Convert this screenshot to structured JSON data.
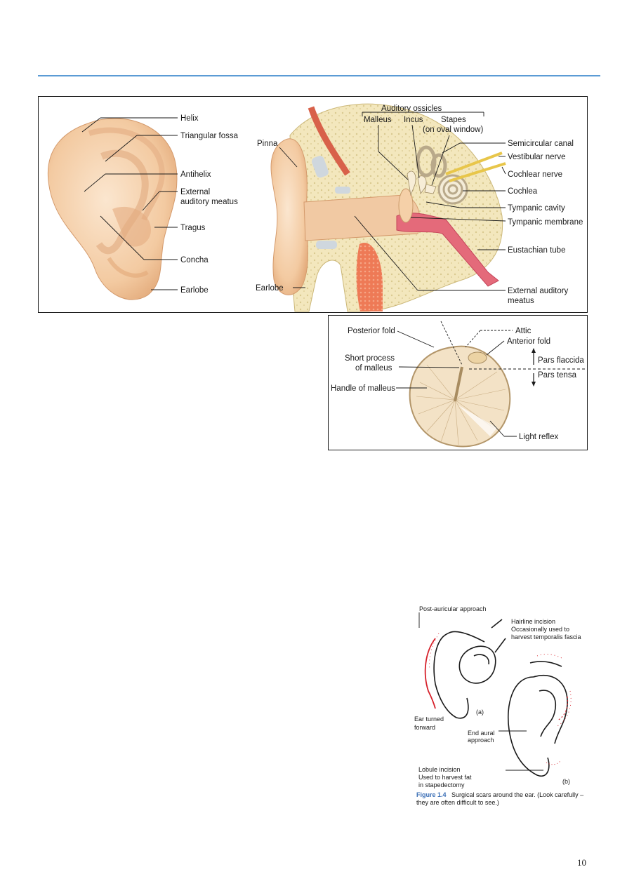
{
  "page": {
    "number": "10"
  },
  "figure_ear": {
    "outer_labels": {
      "helix": "Helix",
      "triangular_fossa": "Triangular fossa",
      "antihelix": "Antihelix",
      "external_meatus_l1": "External",
      "external_meatus_l2": "auditory meatus",
      "tragus": "Tragus",
      "concha": "Concha",
      "earlobe": "Earlobe"
    },
    "section_labels": {
      "auditory_ossicles": "Auditory ossicles",
      "malleus": "Malleus",
      "incus": "Incus",
      "stapes": "Stapes",
      "oval_window": "(on oval window)",
      "pinna": "Pinna",
      "semicircular_canal": "Semicircular canal",
      "vestibular_nerve": "Vestibular nerve",
      "cochlear_nerve": "Cochlear nerve",
      "cochlea": "Cochlea",
      "tympanic_cavity": "Tympanic cavity",
      "tympanic_membrane": "Tympanic membrane",
      "eustachian_tube": "Eustachian tube",
      "earlobe": "Earlobe",
      "ext_meatus_l1": "External auditory",
      "ext_meatus_l2": "meatus"
    }
  },
  "figure_drum": {
    "posterior_fold": "Posterior fold",
    "attic": "Attic",
    "anterior_fold": "Anterior fold",
    "short_process_l1": "Short process",
    "short_process_l2": "of malleus",
    "pars_flaccida": "Pars flaccida",
    "pars_tensa": "Pars tensa",
    "handle_of_malleus": "Handle of malleus",
    "light_reflex": "Light reflex"
  },
  "figure_scars": {
    "post_auricular": "Post-auricular approach",
    "hairline_l1": "Hairline incision",
    "hairline_l2": "Occasionally used to",
    "hairline_l3": "harvest temporalis fascia",
    "ear_turned_l1": "Ear turned",
    "ear_turned_l2": "forward",
    "panel_a": "(a)",
    "endaural_l1": "End aural",
    "endaural_l2": "approach",
    "lobule_l1": "Lobule incision",
    "lobule_l2": "Used to harvest fat",
    "lobule_l3": "in stapedectomy",
    "panel_b": "(b)",
    "caption_label": "Figure 1.4",
    "caption_l1": "Surgical scars around the ear. (Look carefully –",
    "caption_l2": "they are often difficult to see.)"
  },
  "colors": {
    "rule": "#5b9bd5",
    "skin": "#f5d3b0",
    "bone": "#f2e6b8",
    "scar": "#d6202a",
    "caption": "#3b6fb6"
  }
}
